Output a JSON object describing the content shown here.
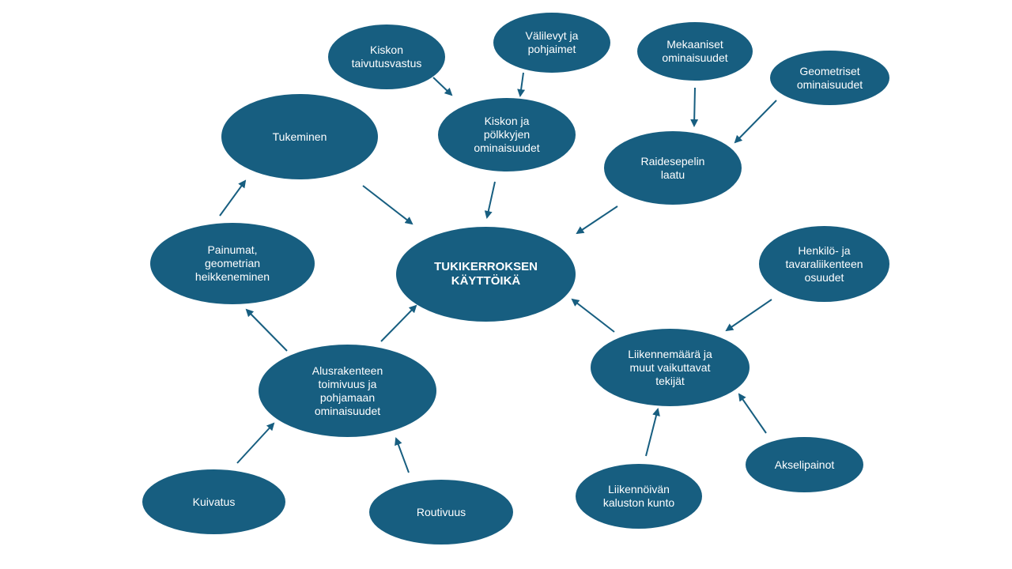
{
  "diagram": {
    "center": "TUKIKERROKSEN\nKÄYTTÖIKÄ",
    "nodes": {
      "kiskon_taivutusvastus": "Kiskon\ntaivutusvastus",
      "valilevyt": "Välilevyt ja\npohjaimet",
      "mekaaniset": "Mekaaniset\nominaisuudet",
      "geometriset": "Geometriset\nominaisuudet",
      "tukeminen": "Tukeminen",
      "kiskon_polkkyjen": "Kiskon ja\npölkkyjen\nominaisuudet",
      "raidesepelin": "Raidesepelin\nlaatu",
      "painumat": "Painumat,\ngeometrian\nheikkeneminen",
      "henkilo": "Henkilö- ja\ntavaraliikenteen\nosuudet",
      "liikennemaara": "Liikennemäärä ja\nmuut vaikuttavat\ntekijät",
      "alusrakenteen": "Alusrakenteen\ntoimivuus ja\npohjamaan\nominaisuudet",
      "akselipainot": "Akselipainot",
      "kuivatus": "Kuivatus",
      "routivuus": "Routivuus",
      "liikennoivan": "Liikennöivän\nkaluston kunto"
    },
    "colors": {
      "node_fill": "#175e80",
      "node_text": "#ffffff",
      "arrow": "#175e80"
    }
  }
}
